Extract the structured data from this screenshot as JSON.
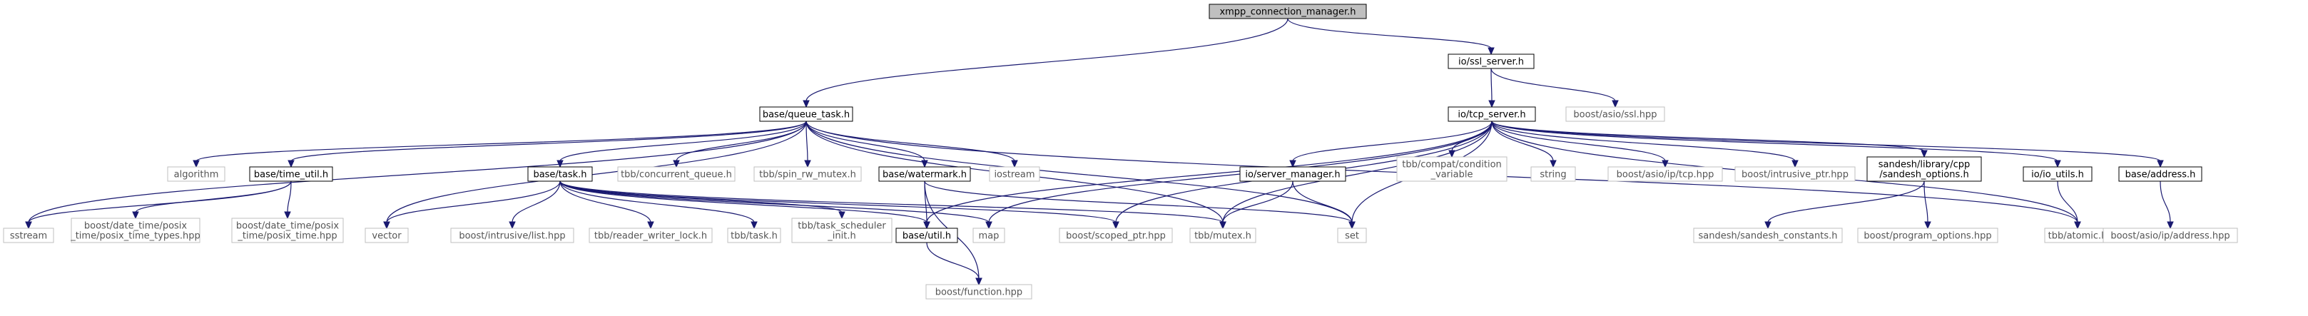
{
  "graph": {
    "colors": {
      "edge": "#191970",
      "root_fill": "#bfbfbf",
      "node_border": "#000000",
      "system_border": "#bfbfbf",
      "background": "#ffffff"
    },
    "nodes": [
      {
        "id": "root",
        "label": [
          "xmpp_connection_manager.h"
        ]
      },
      {
        "id": "queue_task",
        "label": [
          "base/queue_task.h"
        ]
      },
      {
        "id": "ssl_server",
        "label": [
          "io/ssl_server.h"
        ]
      },
      {
        "id": "tcp_server",
        "label": [
          "io/tcp_server.h"
        ]
      },
      {
        "id": "boost_asio_ssl",
        "label": [
          "boost/asio/ssl.hpp"
        ]
      },
      {
        "id": "sstream",
        "label": [
          "sstream"
        ]
      },
      {
        "id": "algorithm",
        "label": [
          "algorithm"
        ]
      },
      {
        "id": "time_util",
        "label": [
          "base/time_util.h"
        ]
      },
      {
        "id": "vector",
        "label": [
          "vector"
        ]
      },
      {
        "id": "base_task",
        "label": [
          "base/task.h"
        ]
      },
      {
        "id": "tbb_concurrent_queue",
        "label": [
          "tbb/concurrent_queue.h"
        ]
      },
      {
        "id": "tbb_spin_rw_mutex",
        "label": [
          "tbb/spin_rw_mutex.h"
        ]
      },
      {
        "id": "watermark",
        "label": [
          "base/watermark.h"
        ]
      },
      {
        "id": "iostream",
        "label": [
          "iostream"
        ]
      },
      {
        "id": "tbb_mutex",
        "label": [
          "tbb/mutex.h"
        ]
      },
      {
        "id": "set",
        "label": [
          "set"
        ]
      },
      {
        "id": "posix_time_types",
        "label": [
          "boost/date_time/posix",
          "_time/posix_time_types.hpp"
        ]
      },
      {
        "id": "posix_time",
        "label": [
          "boost/date_time/posix",
          "_time/posix_time.hpp"
        ]
      },
      {
        "id": "intrusive_list",
        "label": [
          "boost/intrusive/list.hpp"
        ]
      },
      {
        "id": "reader_writer_lock",
        "label": [
          "tbb/reader_writer_lock.h"
        ]
      },
      {
        "id": "tbb_task",
        "label": [
          "tbb/task.h"
        ]
      },
      {
        "id": "task_scheduler_init",
        "label": [
          "tbb/task_scheduler",
          "_init.h"
        ]
      },
      {
        "id": "base_util",
        "label": [
          "base/util.h"
        ]
      },
      {
        "id": "map",
        "label": [
          "map"
        ]
      },
      {
        "id": "scoped_ptr",
        "label": [
          "boost/scoped_ptr.hpp"
        ]
      },
      {
        "id": "boost_function",
        "label": [
          "boost/function.hpp"
        ]
      },
      {
        "id": "compat_condvar",
        "label": [
          "tbb/compat/condition",
          "_variable"
        ]
      },
      {
        "id": "server_manager",
        "label": [
          "io/server_manager.h"
        ]
      },
      {
        "id": "string",
        "label": [
          "string"
        ]
      },
      {
        "id": "asio_tcp",
        "label": [
          "boost/asio/ip/tcp.hpp"
        ]
      },
      {
        "id": "intrusive_ptr",
        "label": [
          "boost/intrusive_ptr.hpp"
        ]
      },
      {
        "id": "sandesh_options",
        "label": [
          "sandesh/library/cpp",
          "/sandesh_options.h"
        ]
      },
      {
        "id": "io_utils",
        "label": [
          "io/io_utils.h"
        ]
      },
      {
        "id": "base_address",
        "label": [
          "base/address.h"
        ]
      },
      {
        "id": "sandesh_constants",
        "label": [
          "sandesh/sandesh_constants.h"
        ]
      },
      {
        "id": "program_options",
        "label": [
          "boost/program_options.hpp"
        ]
      },
      {
        "id": "tbb_atomic",
        "label": [
          "tbb/atomic.h"
        ]
      },
      {
        "id": "asio_address",
        "label": [
          "boost/asio/ip/address.hpp"
        ]
      }
    ],
    "edges": [
      [
        "root",
        "queue_task"
      ],
      [
        "root",
        "ssl_server"
      ],
      [
        "ssl_server",
        "tcp_server"
      ],
      [
        "ssl_server",
        "boost_asio_ssl"
      ],
      [
        "queue_task",
        "sstream"
      ],
      [
        "queue_task",
        "algorithm"
      ],
      [
        "queue_task",
        "time_util"
      ],
      [
        "queue_task",
        "vector"
      ],
      [
        "queue_task",
        "base_task"
      ],
      [
        "queue_task",
        "tbb_concurrent_queue"
      ],
      [
        "queue_task",
        "tbb_spin_rw_mutex"
      ],
      [
        "queue_task",
        "watermark"
      ],
      [
        "queue_task",
        "iostream"
      ],
      [
        "queue_task",
        "tbb_mutex"
      ],
      [
        "queue_task",
        "set"
      ],
      [
        "queue_task",
        "tbb_atomic"
      ],
      [
        "time_util",
        "sstream"
      ],
      [
        "time_util",
        "posix_time_types"
      ],
      [
        "time_util",
        "posix_time"
      ],
      [
        "base_task",
        "vector"
      ],
      [
        "base_task",
        "intrusive_list"
      ],
      [
        "base_task",
        "reader_writer_lock"
      ],
      [
        "base_task",
        "tbb_task"
      ],
      [
        "base_task",
        "task_scheduler_init"
      ],
      [
        "base_task",
        "base_util"
      ],
      [
        "base_task",
        "map"
      ],
      [
        "base_task",
        "scoped_ptr"
      ],
      [
        "base_task",
        "tbb_mutex"
      ],
      [
        "watermark",
        "base_util"
      ],
      [
        "watermark",
        "boost_function"
      ],
      [
        "watermark",
        "set"
      ],
      [
        "base_util",
        "boost_function"
      ],
      [
        "tcp_server",
        "base_util"
      ],
      [
        "tcp_server",
        "map"
      ],
      [
        "tcp_server",
        "scoped_ptr"
      ],
      [
        "tcp_server",
        "tbb_mutex"
      ],
      [
        "tcp_server",
        "set"
      ],
      [
        "tcp_server",
        "compat_condvar"
      ],
      [
        "tcp_server",
        "server_manager"
      ],
      [
        "tcp_server",
        "string"
      ],
      [
        "tcp_server",
        "asio_tcp"
      ],
      [
        "tcp_server",
        "intrusive_ptr"
      ],
      [
        "tcp_server",
        "sandesh_options"
      ],
      [
        "tcp_server",
        "io_utils"
      ],
      [
        "tcp_server",
        "base_address"
      ],
      [
        "tcp_server",
        "tbb_atomic"
      ],
      [
        "server_manager",
        "tbb_mutex"
      ],
      [
        "server_manager",
        "set"
      ],
      [
        "sandesh_options",
        "sandesh_constants"
      ],
      [
        "sandesh_options",
        "program_options"
      ],
      [
        "io_utils",
        "tbb_atomic"
      ],
      [
        "base_address",
        "asio_address"
      ]
    ]
  }
}
